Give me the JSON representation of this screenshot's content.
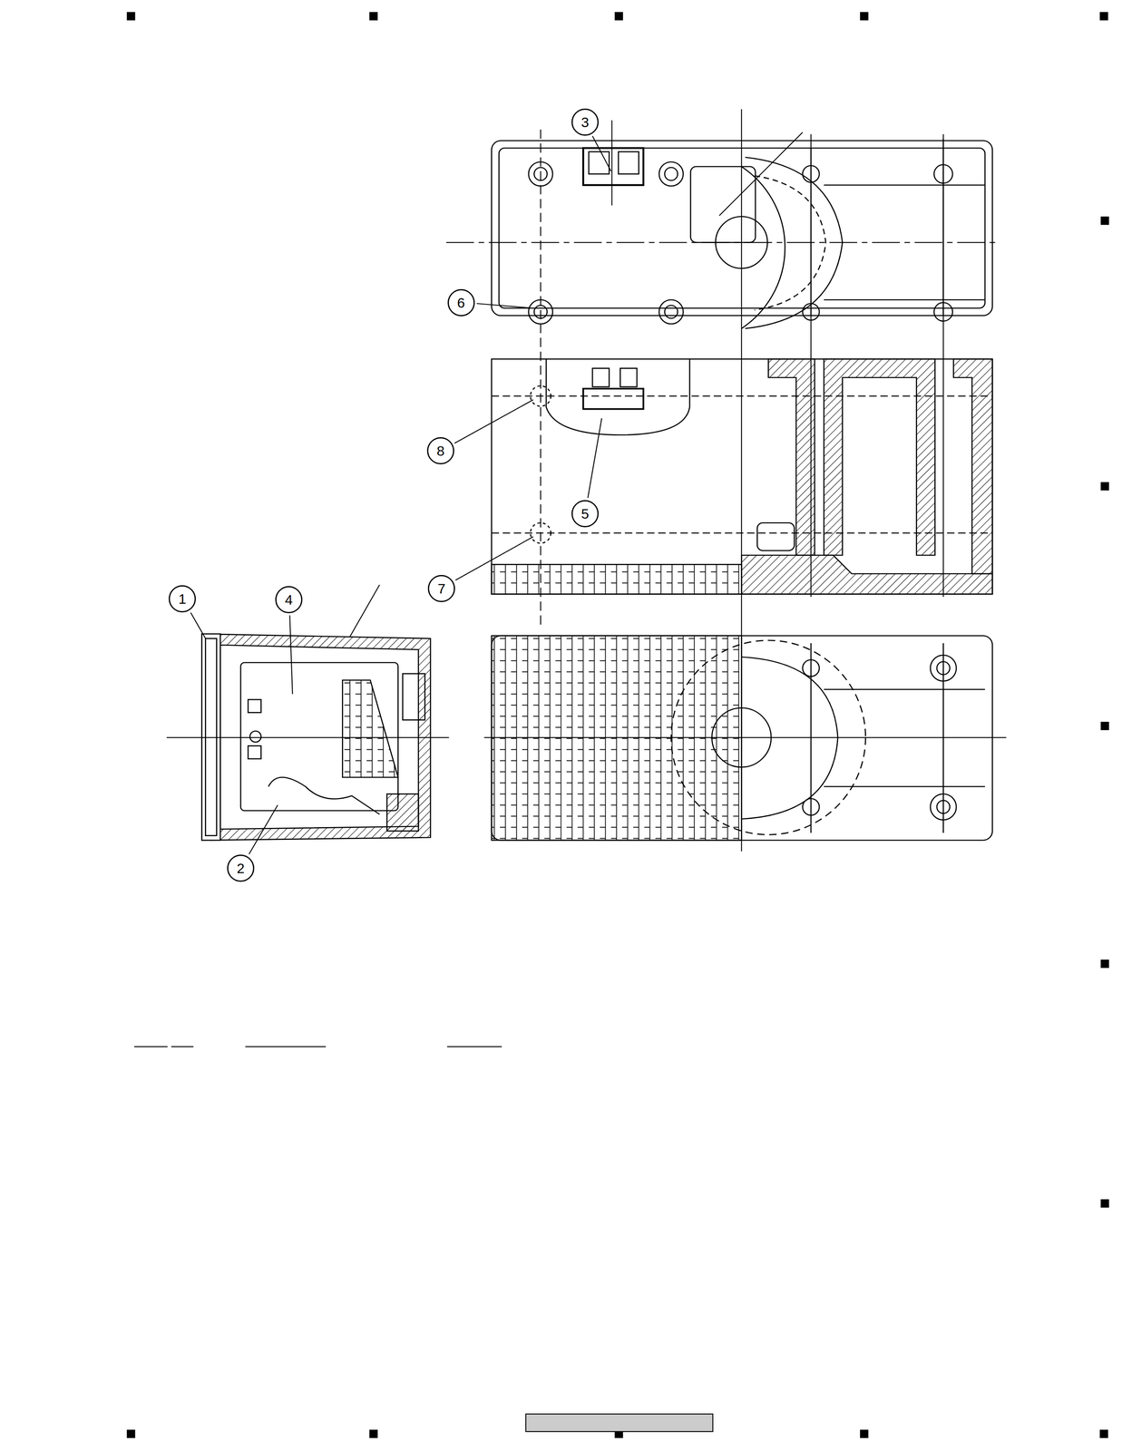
{
  "diagram": {
    "labels": [
      "3",
      "6",
      "8",
      "5",
      "7",
      "1",
      "4",
      "2"
    ]
  }
}
